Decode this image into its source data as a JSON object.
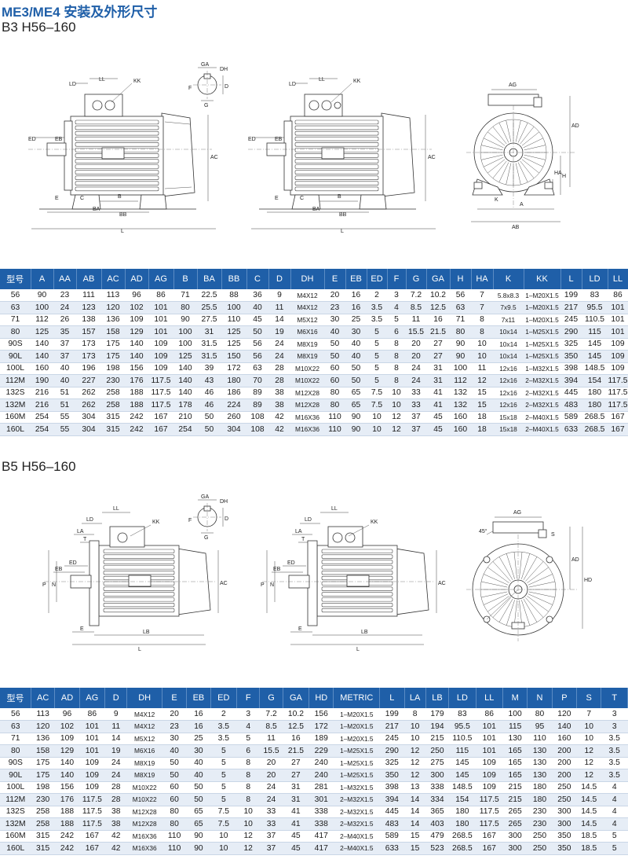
{
  "page_title": "ME3/ME4 安装及外形尺寸",
  "section1": {
    "title": "B3 H56–160",
    "drawing_labels": {
      "side": [
        "LD",
        "LL",
        "KK",
        "ED",
        "EB",
        "AC",
        "E",
        "C",
        "B",
        "BA",
        "BB",
        "L"
      ],
      "keyway": [
        "GA",
        "DH",
        "D",
        "F",
        "G"
      ],
      "side2": [
        "LD",
        "LL",
        "KK",
        "ED",
        "EB",
        "AC",
        "E",
        "C",
        "B",
        "BA",
        "BB",
        "L"
      ],
      "end": [
        "AG",
        "AD",
        "H",
        "HA",
        "K",
        "A",
        "AB"
      ]
    },
    "headers": [
      "型号",
      "A",
      "AA",
      "AB",
      "AC",
      "AD",
      "AG",
      "B",
      "BA",
      "BB",
      "C",
      "D",
      "DH",
      "E",
      "EB",
      "ED",
      "F",
      "G",
      "GA",
      "H",
      "HA",
      "K",
      "KK",
      "L",
      "LD",
      "LL"
    ],
    "rows": [
      [
        "56",
        "90",
        "23",
        "111",
        "113",
        "96",
        "86",
        "71",
        "22.5",
        "88",
        "36",
        "9",
        "M4X12",
        "20",
        "16",
        "2",
        "3",
        "7.2",
        "10.2",
        "56",
        "7",
        "5.8x8.3",
        "1–M20X1.5",
        "199",
        "83",
        "86"
      ],
      [
        "63",
        "100",
        "24",
        "123",
        "120",
        "102",
        "101",
        "80",
        "25.5",
        "100",
        "40",
        "11",
        "M4X12",
        "23",
        "16",
        "3.5",
        "4",
        "8.5",
        "12.5",
        "63",
        "7",
        "7x9.5",
        "1–M20X1.5",
        "217",
        "95.5",
        "101"
      ],
      [
        "71",
        "112",
        "26",
        "138",
        "136",
        "109",
        "101",
        "90",
        "27.5",
        "110",
        "45",
        "14",
        "M5X12",
        "30",
        "25",
        "3.5",
        "5",
        "11",
        "16",
        "71",
        "8",
        "7x11",
        "1–M20X1.5",
        "245",
        "110.5",
        "101"
      ],
      [
        "80",
        "125",
        "35",
        "157",
        "158",
        "129",
        "101",
        "100",
        "31",
        "125",
        "50",
        "19",
        "M6X16",
        "40",
        "30",
        "5",
        "6",
        "15.5",
        "21.5",
        "80",
        "8",
        "10x14",
        "1–M25X1.5",
        "290",
        "115",
        "101"
      ],
      [
        "90S",
        "140",
        "37",
        "173",
        "175",
        "140",
        "109",
        "100",
        "31.5",
        "125",
        "56",
        "24",
        "M8X19",
        "50",
        "40",
        "5",
        "8",
        "20",
        "27",
        "90",
        "10",
        "10x14",
        "1–M25X1.5",
        "325",
        "145",
        "109"
      ],
      [
        "90L",
        "140",
        "37",
        "173",
        "175",
        "140",
        "109",
        "125",
        "31.5",
        "150",
        "56",
        "24",
        "M8X19",
        "50",
        "40",
        "5",
        "8",
        "20",
        "27",
        "90",
        "10",
        "10x14",
        "1–M25X1.5",
        "350",
        "145",
        "109"
      ],
      [
        "100L",
        "160",
        "40",
        "196",
        "198",
        "156",
        "109",
        "140",
        "39",
        "172",
        "63",
        "28",
        "M10X22",
        "60",
        "50",
        "5",
        "8",
        "24",
        "31",
        "100",
        "11",
        "12x16",
        "1–M32X1.5",
        "398",
        "148.5",
        "109"
      ],
      [
        "112M",
        "190",
        "40",
        "227",
        "230",
        "176",
        "117.5",
        "140",
        "43",
        "180",
        "70",
        "28",
        "M10X22",
        "60",
        "50",
        "5",
        "8",
        "24",
        "31",
        "112",
        "12",
        "12x16",
        "2–M32X1.5",
        "394",
        "154",
        "117.5"
      ],
      [
        "132S",
        "216",
        "51",
        "262",
        "258",
        "188",
        "117.5",
        "140",
        "46",
        "186",
        "89",
        "38",
        "M12X28",
        "80",
        "65",
        "7.5",
        "10",
        "33",
        "41",
        "132",
        "15",
        "12x16",
        "2–M32X1.5",
        "445",
        "180",
        "117.5"
      ],
      [
        "132M",
        "216",
        "51",
        "262",
        "258",
        "188",
        "117.5",
        "178",
        "46",
        "224",
        "89",
        "38",
        "M12X28",
        "80",
        "65",
        "7.5",
        "10",
        "33",
        "41",
        "132",
        "15",
        "12x16",
        "2–M32X1.5",
        "483",
        "180",
        "117.5"
      ],
      [
        "160M",
        "254",
        "55",
        "304",
        "315",
        "242",
        "167",
        "210",
        "50",
        "260",
        "108",
        "42",
        "M16X36",
        "110",
        "90",
        "10",
        "12",
        "37",
        "45",
        "160",
        "18",
        "15x18",
        "2–M40X1.5",
        "589",
        "268.5",
        "167"
      ],
      [
        "160L",
        "254",
        "55",
        "304",
        "315",
        "242",
        "167",
        "254",
        "50",
        "304",
        "108",
        "42",
        "M16X36",
        "110",
        "90",
        "10",
        "12",
        "37",
        "45",
        "160",
        "18",
        "15x18",
        "2–M40X1.5",
        "633",
        "268.5",
        "167"
      ]
    ]
  },
  "section2": {
    "title": "B5 H56–160",
    "drawing_labels": {
      "side": [
        "LD",
        "LL",
        "KK",
        "LA",
        "T",
        "ED",
        "EB",
        "P",
        "N",
        "AC",
        "E",
        "LB",
        "L"
      ],
      "keyway": [
        "GA",
        "DH",
        "D",
        "F",
        "G"
      ],
      "side2": [
        "LD",
        "LL",
        "KK",
        "LA",
        "T",
        "ED",
        "EB",
        "P",
        "N",
        "AC",
        "E",
        "LB",
        "L"
      ],
      "end": [
        "AG",
        "45°",
        "AD",
        "HD",
        "S"
      ]
    },
    "headers": [
      "型号",
      "AC",
      "AD",
      "AG",
      "D",
      "DH",
      "E",
      "EB",
      "ED",
      "F",
      "G",
      "GA",
      "HD",
      "METRIC",
      "L",
      "LA",
      "LB",
      "LD",
      "LL",
      "M",
      "N",
      "P",
      "S",
      "T"
    ],
    "rows": [
      [
        "56",
        "113",
        "96",
        "86",
        "9",
        "M4X12",
        "20",
        "16",
        "2",
        "3",
        "7.2",
        "10.2",
        "156",
        "1–M20X1.5",
        "199",
        "8",
        "179",
        "83",
        "86",
        "100",
        "80",
        "120",
        "7",
        "3"
      ],
      [
        "63",
        "120",
        "102",
        "101",
        "11",
        "M4X12",
        "23",
        "16",
        "3.5",
        "4",
        "8.5",
        "12.5",
        "172",
        "1–M20X1.5",
        "217",
        "10",
        "194",
        "95.5",
        "101",
        "115",
        "95",
        "140",
        "10",
        "3"
      ],
      [
        "71",
        "136",
        "109",
        "101",
        "14",
        "M5X12",
        "30",
        "25",
        "3.5",
        "5",
        "11",
        "16",
        "189",
        "1–M20X1.5",
        "245",
        "10",
        "215",
        "110.5",
        "101",
        "130",
        "110",
        "160",
        "10",
        "3.5"
      ],
      [
        "80",
        "158",
        "129",
        "101",
        "19",
        "M6X16",
        "40",
        "30",
        "5",
        "6",
        "15.5",
        "21.5",
        "229",
        "1–M25X1.5",
        "290",
        "12",
        "250",
        "115",
        "101",
        "165",
        "130",
        "200",
        "12",
        "3.5"
      ],
      [
        "90S",
        "175",
        "140",
        "109",
        "24",
        "M8X19",
        "50",
        "40",
        "5",
        "8",
        "20",
        "27",
        "240",
        "1–M25X1.5",
        "325",
        "12",
        "275",
        "145",
        "109",
        "165",
        "130",
        "200",
        "12",
        "3.5"
      ],
      [
        "90L",
        "175",
        "140",
        "109",
        "24",
        "M8X19",
        "50",
        "40",
        "5",
        "8",
        "20",
        "27",
        "240",
        "1–M25X1.5",
        "350",
        "12",
        "300",
        "145",
        "109",
        "165",
        "130",
        "200",
        "12",
        "3.5"
      ],
      [
        "100L",
        "198",
        "156",
        "109",
        "28",
        "M10X22",
        "60",
        "50",
        "5",
        "8",
        "24",
        "31",
        "281",
        "1–M32X1.5",
        "398",
        "13",
        "338",
        "148.5",
        "109",
        "215",
        "180",
        "250",
        "14.5",
        "4"
      ],
      [
        "112M",
        "230",
        "176",
        "117.5",
        "28",
        "M10X22",
        "60",
        "50",
        "5",
        "8",
        "24",
        "31",
        "301",
        "2–M32X1.5",
        "394",
        "14",
        "334",
        "154",
        "117.5",
        "215",
        "180",
        "250",
        "14.5",
        "4"
      ],
      [
        "132S",
        "258",
        "188",
        "117.5",
        "38",
        "M12X28",
        "80",
        "65",
        "7.5",
        "10",
        "33",
        "41",
        "338",
        "2–M32X1.5",
        "445",
        "14",
        "365",
        "180",
        "117.5",
        "265",
        "230",
        "300",
        "14.5",
        "4"
      ],
      [
        "132M",
        "258",
        "188",
        "117.5",
        "38",
        "M12X28",
        "80",
        "65",
        "7.5",
        "10",
        "33",
        "41",
        "338",
        "2–M32X1.5",
        "483",
        "14",
        "403",
        "180",
        "117.5",
        "265",
        "230",
        "300",
        "14.5",
        "4"
      ],
      [
        "160M",
        "315",
        "242",
        "167",
        "42",
        "M16X36",
        "110",
        "90",
        "10",
        "12",
        "37",
        "45",
        "417",
        "2–M40X1.5",
        "589",
        "15",
        "479",
        "268.5",
        "167",
        "300",
        "250",
        "350",
        "18.5",
        "5"
      ],
      [
        "160L",
        "315",
        "242",
        "167",
        "42",
        "M16X36",
        "110",
        "90",
        "10",
        "12",
        "37",
        "45",
        "417",
        "2–M40X1.5",
        "633",
        "15",
        "523",
        "268.5",
        "167",
        "300",
        "250",
        "350",
        "18.5",
        "5"
      ]
    ]
  }
}
